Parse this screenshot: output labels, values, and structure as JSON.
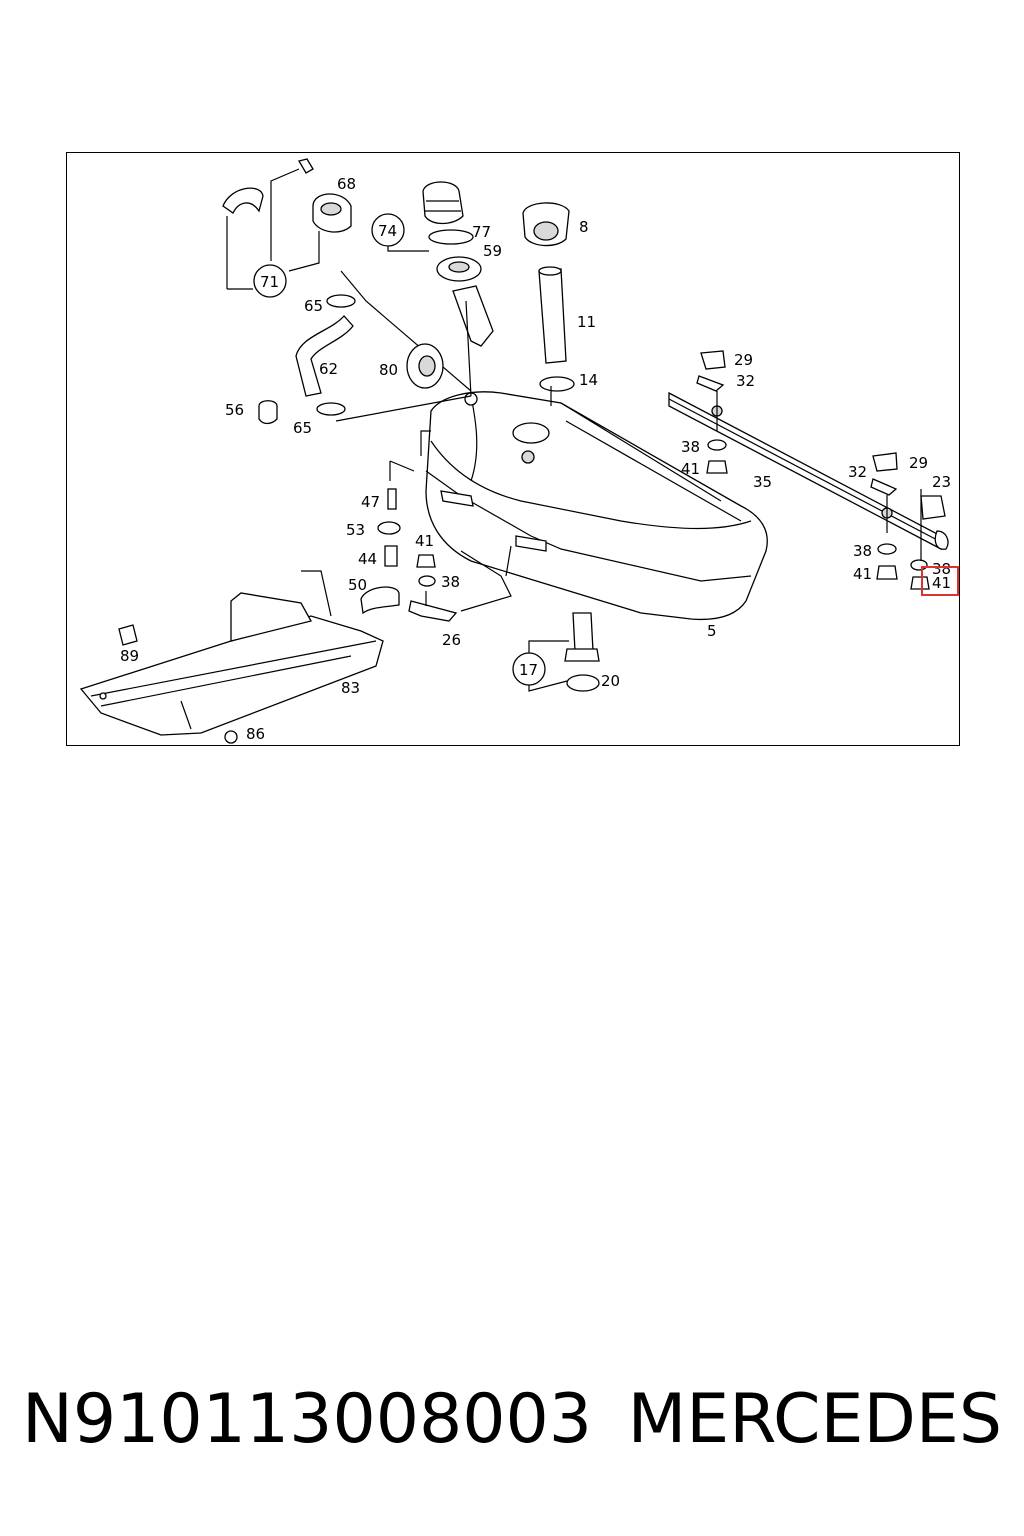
{
  "diagram": {
    "labels": {
      "l71": "71",
      "l68": "68",
      "l74": "74",
      "l77": "77",
      "l59": "59",
      "l8": "8",
      "l65a": "65",
      "l62": "62",
      "l80": "80",
      "l11": "11",
      "l14": "14",
      "l56": "56",
      "l65b": "65",
      "l29a": "29",
      "l32a": "32",
      "l38a": "38",
      "l41a": "41",
      "l35": "35",
      "l32b": "32",
      "l29b": "29",
      "l23": "23",
      "l47": "47",
      "l53": "53",
      "l41b": "41",
      "l44": "44",
      "l38b": "38",
      "l50": "50",
      "l26": "26",
      "l38c": "38",
      "l41c": "41",
      "l38d": "38",
      "l41d": "41",
      "l5": "5",
      "l89": "89",
      "l83": "83",
      "l17": "17",
      "l20": "20",
      "l86": "86"
    },
    "highlight_color": "#e03131"
  },
  "footer": {
    "part_number": "N910113008003",
    "brand": "MERCEDES"
  }
}
